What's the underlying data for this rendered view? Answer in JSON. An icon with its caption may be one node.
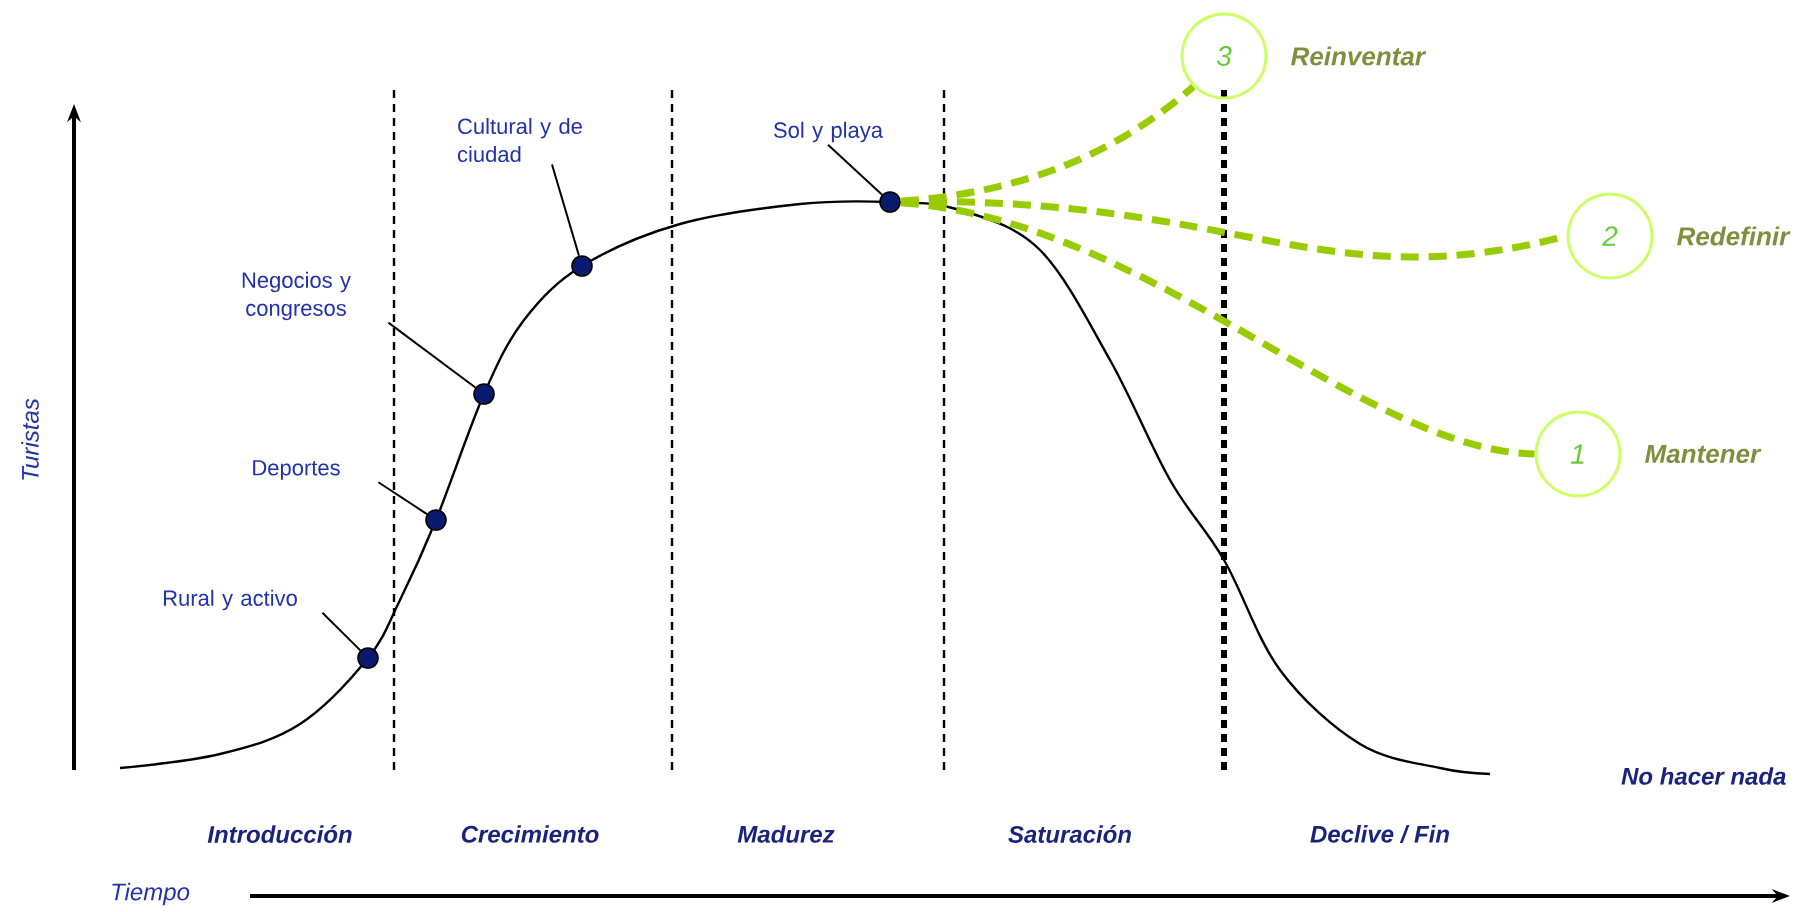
{
  "diagram": {
    "nodes": [
      {
        "text": [
          "Rural y activo"
        ]
      },
      {
        "text": [
          "Deportes"
        ]
      },
      {
        "text": [
          "Negocios y congresos"
        ]
      },
      {
        "text": [
          "Cultural y de ciudad"
        ]
      },
      {
        "text": [
          "Sol y playa"
        ]
      },
      {
        "text": [],
        "shape": "circle"
      },
      {
        "text": [],
        "shape": "circle"
      },
      {
        "text": [],
        "shape": "circle"
      },
      {
        "text": [],
        "shape": "circle"
      },
      {
        "text": [],
        "shape": "circle"
      },
      {
        "text": [
          "3"
        ],
        "beside": [
          "Reinventar"
        ]
      },
      {
        "text": [
          "2"
        ],
        "beside": [
          "Redefinir"
        ]
      },
      {
        "text": [
          "1"
        ],
        "beside": [
          "Mantener"
        ]
      }
    ],
    "edges": [
      {
        "from": 0,
        "to": 5,
        "arrow": "none"
      },
      {
        "from": 1,
        "to": 6,
        "arrow": "none"
      },
      {
        "from": 2,
        "to": 7,
        "arrow": "none"
      },
      {
        "from": 3,
        "to": 8,
        "arrow": "none"
      },
      {
        "from": 4,
        "to": 9,
        "arrow": "none"
      },
      {
        "from": 9,
        "to": 10,
        "arrow": "none",
        "style": "dashed",
        "color": "#99cc00"
      },
      {
        "from": 9,
        "to": 11,
        "arrow": "none",
        "style": "dashed",
        "color": "#99cc00"
      },
      {
        "from": 9,
        "to": 12,
        "arrow": "none",
        "style": "dashed",
        "color": "#99cc00"
      }
    ],
    "labels": [
      "Turistas",
      "No hacer nada",
      "Introducción",
      "Crecimiento",
      "Madurez",
      "Saturación",
      "Declive / Fin",
      "Tiempo"
    ]
  }
}
